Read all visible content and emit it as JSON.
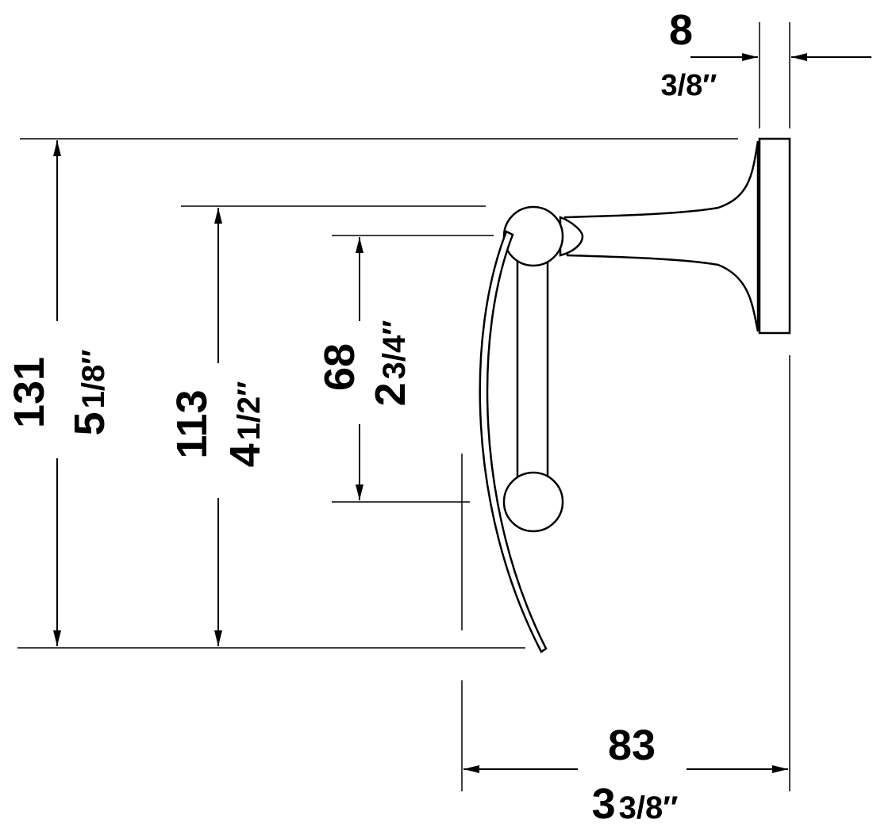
{
  "dimensions": {
    "wall_thickness": {
      "metric": "8",
      "imperial": "3/8″"
    },
    "total_height": {
      "metric": "131",
      "imperial_whole": "5",
      "imperial_frac": "1/8″"
    },
    "arm_height": {
      "metric": "113",
      "imperial_whole": "4",
      "imperial_frac": "1/2″"
    },
    "roll_span": {
      "metric": "68",
      "imperial_whole": "2",
      "imperial_frac": "3/4″"
    },
    "projection": {
      "metric": "83",
      "imperial_whole": "3",
      "imperial_frac": "3/8″"
    }
  }
}
